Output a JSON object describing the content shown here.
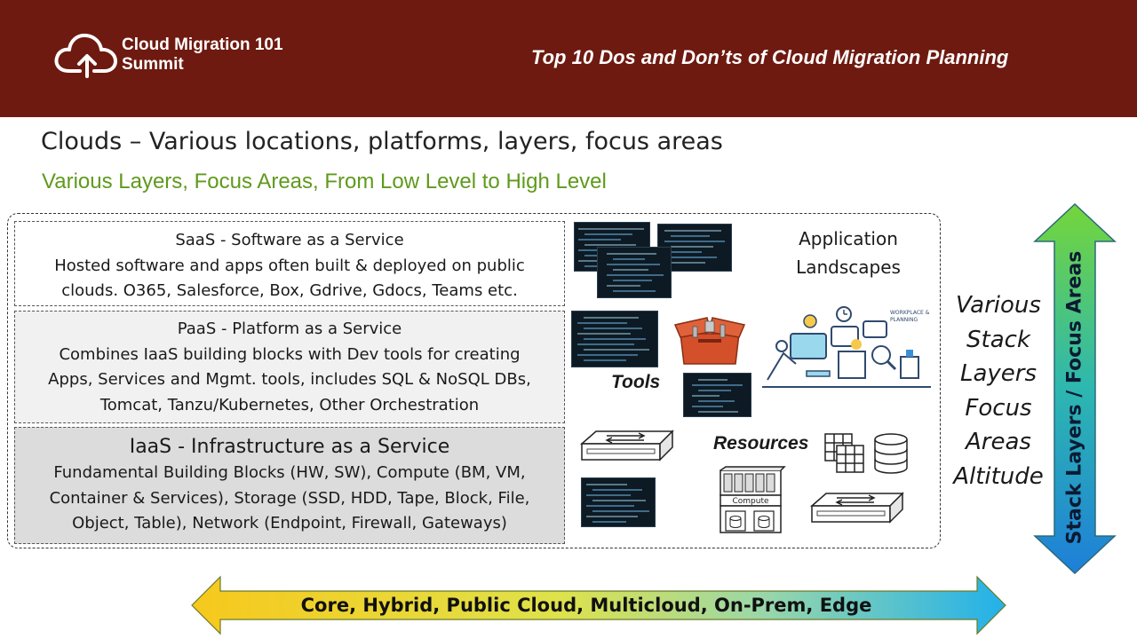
{
  "header": {
    "brand_line1": "Cloud Migration 101",
    "brand_line2": "Summit",
    "title": "Top 10 Dos and Don’ts of Cloud Migration Planning"
  },
  "slide": {
    "title": "Clouds – Various locations, platforms, layers, focus areas",
    "subtitle": "Various Layers, Focus Areas, From Low Level to High Level"
  },
  "layers": {
    "saas": {
      "title": "SaaS - Software as a Service",
      "line1": "Hosted software and apps often built & deployed on public",
      "line2": "clouds.  O365, Salesforce, Box, Gdrive, Gdocs, Teams etc."
    },
    "paas": {
      "title": "PaaS - Platform as a Service",
      "line1": "Combines IaaS building blocks with Dev tools for creating",
      "line2": "Apps, Services and Mgmt. tools, includes SQL & NoSQL DBs,",
      "line3": "Tomcat, Tanzu/Kubernetes, Other Orchestration"
    },
    "iaas": {
      "title": "IaaS - Infrastructure as a Service",
      "line1": "Fundamental Building Blocks (HW, SW), Compute (BM, VM,",
      "line2": "Container & Services), Storage (SSD, HDD, Tape, Block, File,",
      "line3": "Object, Table), Network (Endpoint, Firewall, Gateways)"
    }
  },
  "illustrations": {
    "app_line1": "Application",
    "app_line2": "Landscapes",
    "tools": "Tools",
    "resources": "Resources",
    "compute_label": "Compute",
    "workplace_label1": "WORKPLACE &",
    "workplace_label2": "PLANNING"
  },
  "side_stack": {
    "w1": "Various",
    "w2": "Stack",
    "w3": "Layers",
    "w4": "Focus",
    "w5": "Areas",
    "w6": "Altitude"
  },
  "arrows": {
    "vertical_label": "Stack Layers / Focus Areas",
    "horizontal_label": "Core, Hybrid, Public Cloud, Multicloud, On-Prem, Edge"
  },
  "colors": {
    "header_bg": "#6e1a10",
    "subtitle": "#5f9a1c",
    "v_arrow_top": "#6ed33a",
    "v_arrow_bottom": "#1e84d8",
    "h_arrow_left": "#f6c91d",
    "h_arrow_right": "#27b3e6"
  }
}
